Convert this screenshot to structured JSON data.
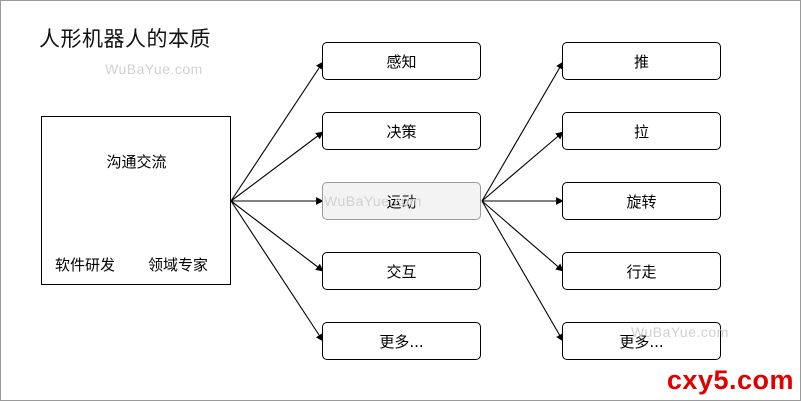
{
  "title": "人形机器人的本质",
  "group": {
    "bubble": "沟通交流",
    "people": [
      {
        "label": "软件研发"
      },
      {
        "label": "领域专家"
      }
    ]
  },
  "categories": [
    "感知",
    "决策",
    "运动",
    "交互",
    "更多..."
  ],
  "actions": [
    "推",
    "拉",
    "旋转",
    "行走",
    "更多..."
  ],
  "watermark": "WuBaYue.com",
  "brand": "cxy5.com",
  "colors": {
    "brand": "#e00000",
    "watermark": "#d0d0d0",
    "line": "#000000"
  }
}
